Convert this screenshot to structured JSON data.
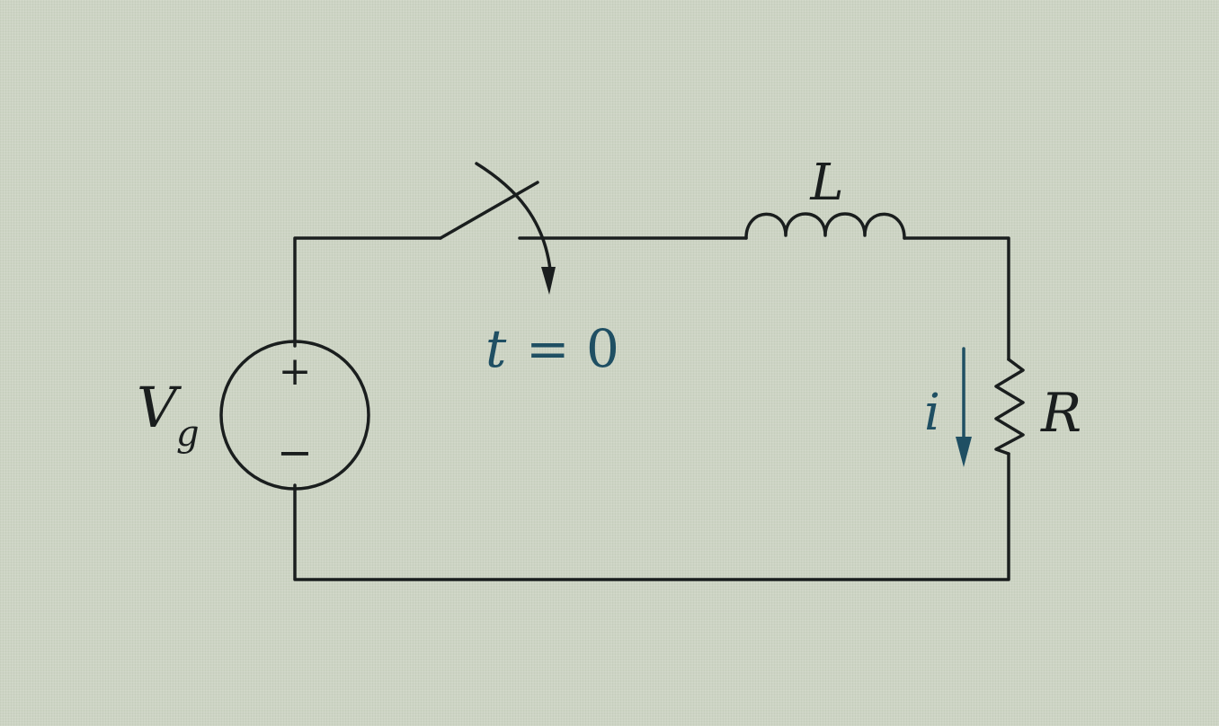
{
  "labels": {
    "source": "V",
    "source_sub": "g",
    "inductor": "L",
    "resistor": "R",
    "current": "i",
    "switch_var": "t",
    "switch_eq": "= 0",
    "plus": "+",
    "minus": "−"
  },
  "colors": {
    "wire": "#1a1e1e",
    "annotation": "#1f4f63",
    "background": "#cdd4c4"
  }
}
